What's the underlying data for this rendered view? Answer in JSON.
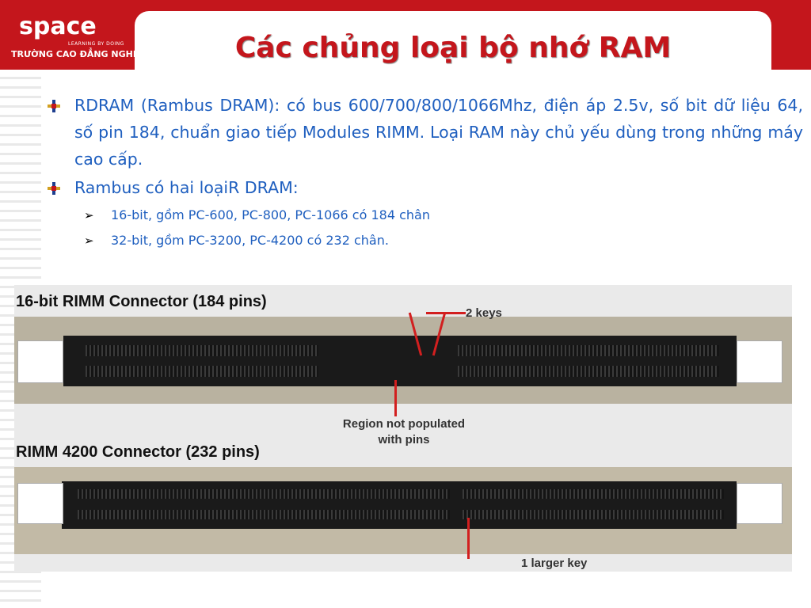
{
  "header": {
    "logo_text": "space",
    "logo_tagline": "LEARNING BY DOING",
    "logo_school": "TRƯỜNG CAO ĐẲNG NGHỀ",
    "title": "Các chủng loại bộ nhớ RAM"
  },
  "bullets": [
    {
      "text": "RDRAM (Rambus DRAM): có bus 600/700/800/1066Mhz, điện áp 2.5v, số bit dữ liệu 64, số pin 184, chuẩn giao tiếp Modules RIMM. Loại RAM này chủ yếu dùng trong những máy cao cấp."
    },
    {
      "text": "Rambus có hai loạiR DRAM:"
    }
  ],
  "sub_bullets": [
    {
      "text": "16-bit, gồm PC-600, PC-800, PC-1066 có 184 chân"
    },
    {
      "text": "32-bit, gồm PC-3200, PC-4200 có 232 chân."
    }
  ],
  "image": {
    "connector1_label": "16-bit RIMM Connector (184 pins)",
    "connector2_label": "RIMM 4200 Connector (232 pins)",
    "callout_keys": "2 keys",
    "callout_region_line1": "Region not populated",
    "callout_region_line2": "with pins",
    "callout_larger_key": "1 larger key"
  },
  "colors": {
    "header_red": "#c4161c",
    "text_blue": "#1f5fbf",
    "callout_red": "#d21f1f"
  }
}
